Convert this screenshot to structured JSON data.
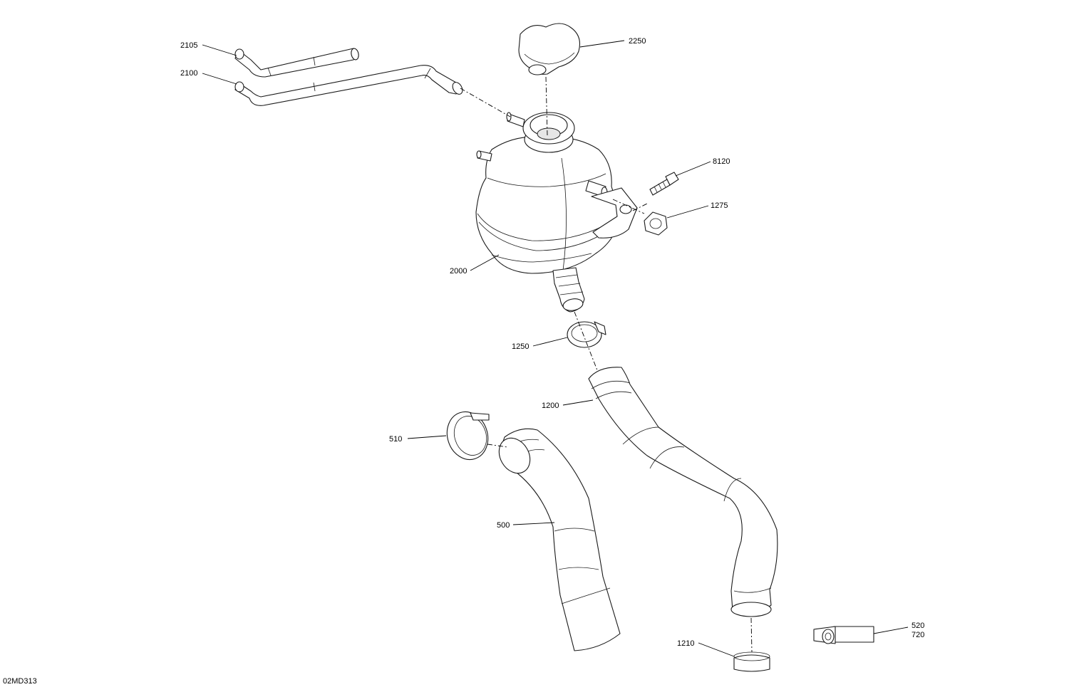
{
  "drawing": {
    "reference": "02MD313"
  },
  "callouts": [
    {
      "id": "2105",
      "text": "2105"
    },
    {
      "id": "2100",
      "text": "2100"
    },
    {
      "id": "2250",
      "text": "2250"
    },
    {
      "id": "8120",
      "text": "8120"
    },
    {
      "id": "1275",
      "text": "1275"
    },
    {
      "id": "2000",
      "text": "2000"
    },
    {
      "id": "1250",
      "text": "1250"
    },
    {
      "id": "1200",
      "text": "1200"
    },
    {
      "id": "510",
      "text": "510"
    },
    {
      "id": "500",
      "text": "500"
    },
    {
      "id": "1210",
      "text": "1210"
    },
    {
      "id": "520",
      "text": "520"
    },
    {
      "id": "720",
      "text": "720"
    }
  ]
}
